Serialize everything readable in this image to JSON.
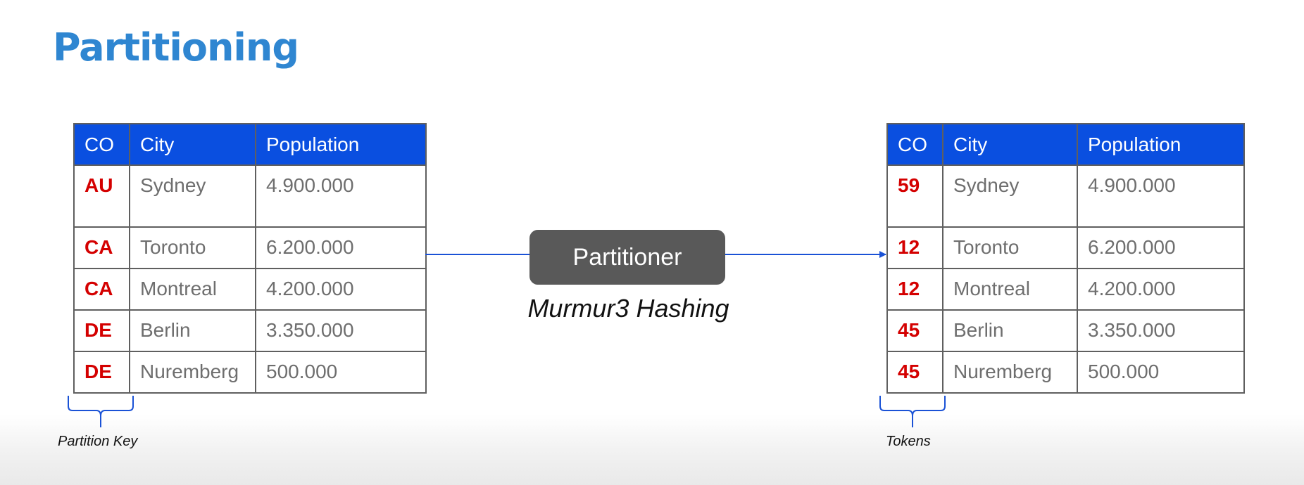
{
  "title": "Partitioning",
  "left_table": {
    "headers": [
      "CO",
      "City",
      "Population"
    ],
    "rows": [
      [
        "AU",
        "Sydney",
        "4.900.000"
      ],
      [
        "CA",
        "Toronto",
        "6.200.000"
      ],
      [
        "CA",
        "Montreal",
        "4.200.000"
      ],
      [
        "DE",
        "Berlin",
        "3.350.000"
      ],
      [
        "DE",
        "Nuremberg",
        "500.000"
      ]
    ]
  },
  "right_table": {
    "headers": [
      "CO",
      "City",
      "Population"
    ],
    "rows": [
      [
        "59",
        "Sydney",
        "4.900.000"
      ],
      [
        "12",
        "Toronto",
        "6.200.000"
      ],
      [
        "12",
        "Montreal",
        "4.200.000"
      ],
      [
        "45",
        "Berlin",
        "3.350.000"
      ],
      [
        "45",
        "Nuremberg",
        "500.000"
      ]
    ]
  },
  "partitioner": {
    "label": "Partitioner",
    "method": "Murmur3 Hashing"
  },
  "annotations": {
    "left_brace_label": "Partition Key",
    "right_brace_label": "Tokens"
  },
  "colors": {
    "title": "#2f86d1",
    "header_bg": "#0a4fe0",
    "key_text": "#d40000",
    "cell_text": "#6e6e6e",
    "partitioner_bg": "#595959",
    "arrow": "#1a52d6"
  }
}
